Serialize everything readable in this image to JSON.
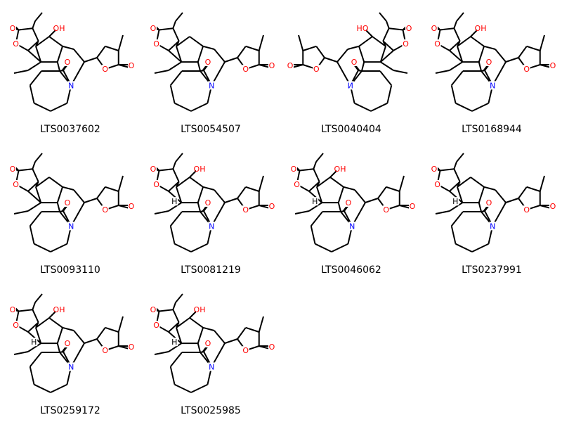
{
  "atom_symbols": {
    "oxygen": "O",
    "nitrogen": "N",
    "hydroxyl": "OH",
    "hydrogen": "H"
  },
  "colors": {
    "bond": "#000000",
    "oxygen": "#ff0000",
    "nitrogen": "#0000ff"
  },
  "molecules": [
    {
      "id": "LTS0037602"
    },
    {
      "id": "LTS0054507"
    },
    {
      "id": "LTS0040404"
    },
    {
      "id": "LTS0168944"
    },
    {
      "id": "LTS0093110"
    },
    {
      "id": "LTS0081219"
    },
    {
      "id": "LTS0046062"
    },
    {
      "id": "LTS0237991"
    },
    {
      "id": "LTS0259172"
    },
    {
      "id": "LTS0025985"
    }
  ]
}
